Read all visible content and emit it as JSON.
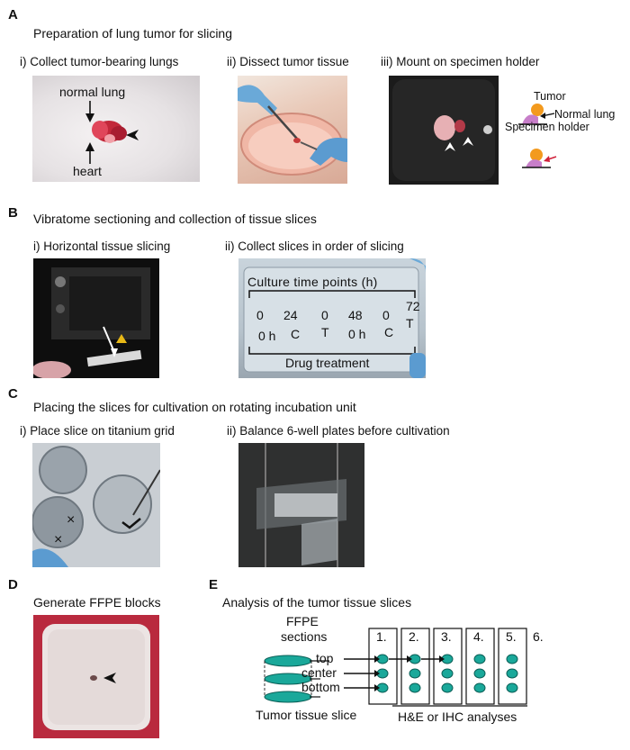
{
  "panelA": {
    "letter": "A",
    "heading": "Preparation of lung tumor for slicing",
    "step1": "i) Collect tumor-bearing  lungs",
    "step2": "ii) Dissect tumor tissue",
    "step3": "iii) Mount on specimen holder",
    "label_normal_lung": "normal lung",
    "label_heart": "heart",
    "legend_tumor": "Tumor",
    "legend_normal_lung": "Normal lung",
    "legend_specimen_holder": "Specimen holder"
  },
  "panelB": {
    "letter": "B",
    "heading": "Vibratome sectioning and collection of tissue slices",
    "step1": "i) Horizontal tissue slicing",
    "step2": "ii) Collect slices in order of slicing",
    "plate_top_label": "Culture time points (h)",
    "plate_row1": [
      "0",
      "24",
      "0",
      "48",
      "0",
      "72"
    ],
    "plate_row2": [
      "0 h",
      "C",
      "T",
      "0 h",
      "C",
      "T"
    ],
    "plate_bottom_label": "Drug treatment"
  },
  "panelC": {
    "letter": "C",
    "heading": "Placing the slices for cultivation on rotating incubation unit",
    "step1": "i) Place slice on titanium grid",
    "step2": "ii) Balance 6-well plates before cultivation"
  },
  "panelD": {
    "letter": "D",
    "heading": "Generate FFPE blocks"
  },
  "panelE": {
    "letter": "E",
    "heading": "Analysis of the tumor tissue slices",
    "ffpe_label_1": "FFPE",
    "ffpe_label_2": "sections",
    "section_top": "top",
    "section_center": "center",
    "section_bottom": "bottom",
    "slice_label": "Tumor tissue slice",
    "columns": [
      "1.",
      "2.",
      "3.",
      "4.",
      "5.",
      "6."
    ],
    "analysis_label": "H&E or IHC analyses"
  },
  "colors": {
    "teal": "#1aa89a",
    "tumor_orange": "#f39a1e",
    "lung_pink": "#c77ec9",
    "arrow_red": "#d0203a"
  }
}
